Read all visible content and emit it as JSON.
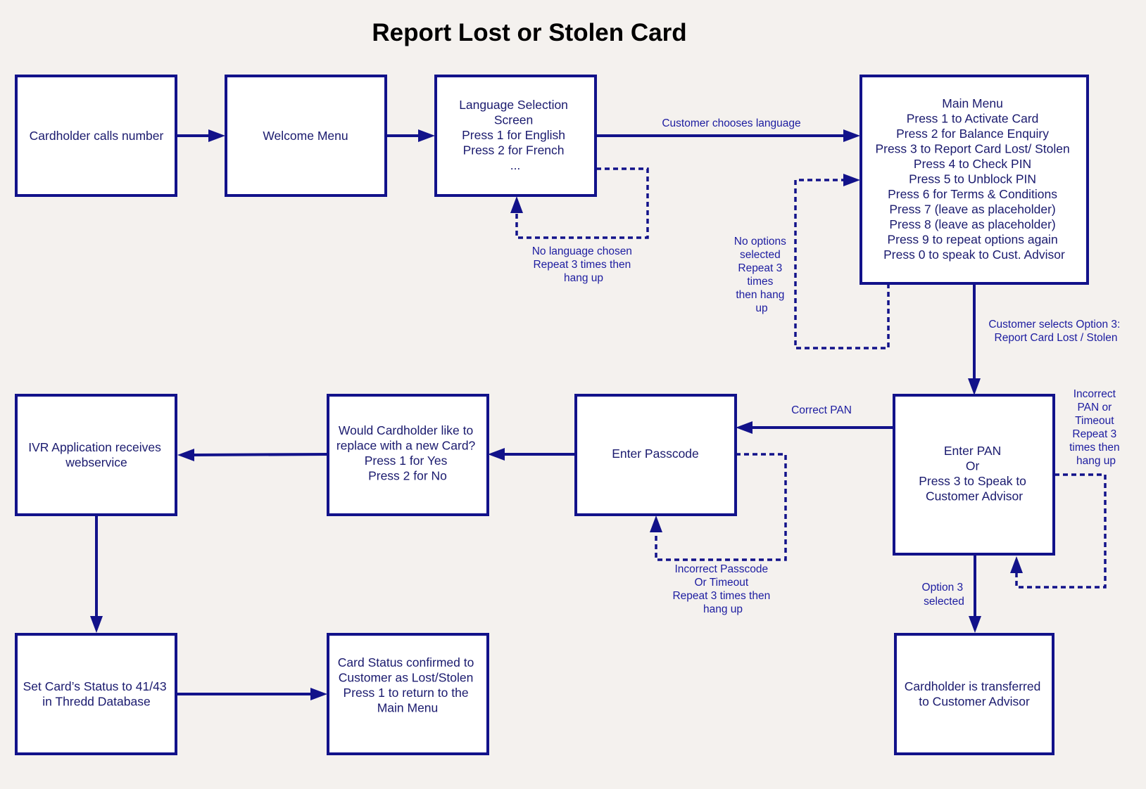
{
  "title": "Report Lost or Stolen Card",
  "boxes": {
    "cardholder_calls": [
      "Cardholder calls number"
    ],
    "welcome_menu": [
      "Welcome Menu"
    ],
    "language_selection": [
      "Language Selection",
      "Screen",
      "Press 1 for English",
      "Press 2 for French",
      "..."
    ],
    "main_menu": [
      "Main Menu",
      "Press 1 to Activate Card",
      "Press 2 for Balance Enquiry",
      "Press 3 to Report Card Lost/ Stolen",
      "Press 4 to Check PIN",
      "Press 5 to Unblock PIN",
      "Press 6 for Terms & Conditions",
      "Press 7 (leave as placeholder)",
      "Press 8 (leave as placeholder)",
      "Press 9 to repeat options again",
      "Press 0 to speak to Cust. Advisor"
    ],
    "ivr_application": [
      "IVR Application receives",
      "webservice"
    ],
    "replace_card": [
      "Would Cardholder like to",
      "replace with a new Card?",
      "Press 1 for Yes",
      "Press 2 for No"
    ],
    "enter_passcode": [
      "Enter Passcode"
    ],
    "enter_pan": [
      "Enter PAN",
      "Or",
      "Press 3 to Speak to",
      "Customer Advisor"
    ],
    "set_card_status": [
      "Set Card’s Status to 41/43",
      "in Thredd Database"
    ],
    "card_status_confirmed": [
      "Card Status confirmed to",
      "Customer as Lost/Stolen",
      "",
      "Press 1 to return to the",
      "Main Menu"
    ],
    "transferred": [
      "Cardholder is transferred",
      "to Customer Advisor"
    ]
  },
  "labels": {
    "customer_chooses_language": [
      "Customer chooses language"
    ],
    "no_language_chosen": [
      "No language chosen",
      "Repeat 3 times then",
      "hang up"
    ],
    "no_options_selected": [
      "No options",
      "selected",
      "Repeat 3",
      "times",
      "then hang",
      "up"
    ],
    "customer_selects_option3": [
      "Customer selects Option 3:",
      "Report Card Lost / Stolen"
    ],
    "correct_pan": [
      "Correct PAN"
    ],
    "incorrect_pan": [
      "Incorrect",
      "PAN or",
      "Timeout",
      "Repeat 3",
      "times then",
      "hang up"
    ],
    "incorrect_passcode": [
      "Incorrect Passcode",
      "Or Timeout",
      "Repeat 3 times then",
      "hang up"
    ],
    "option3_selected": [
      "Option 3",
      "selected"
    ]
  },
  "colors": {
    "background": "#f4f1ee",
    "box_border": "#12128a",
    "box_fill": "#ffffff",
    "box_text": "#1a1a6e",
    "label_text": "#1c1ca0",
    "title_text": "#000000"
  }
}
